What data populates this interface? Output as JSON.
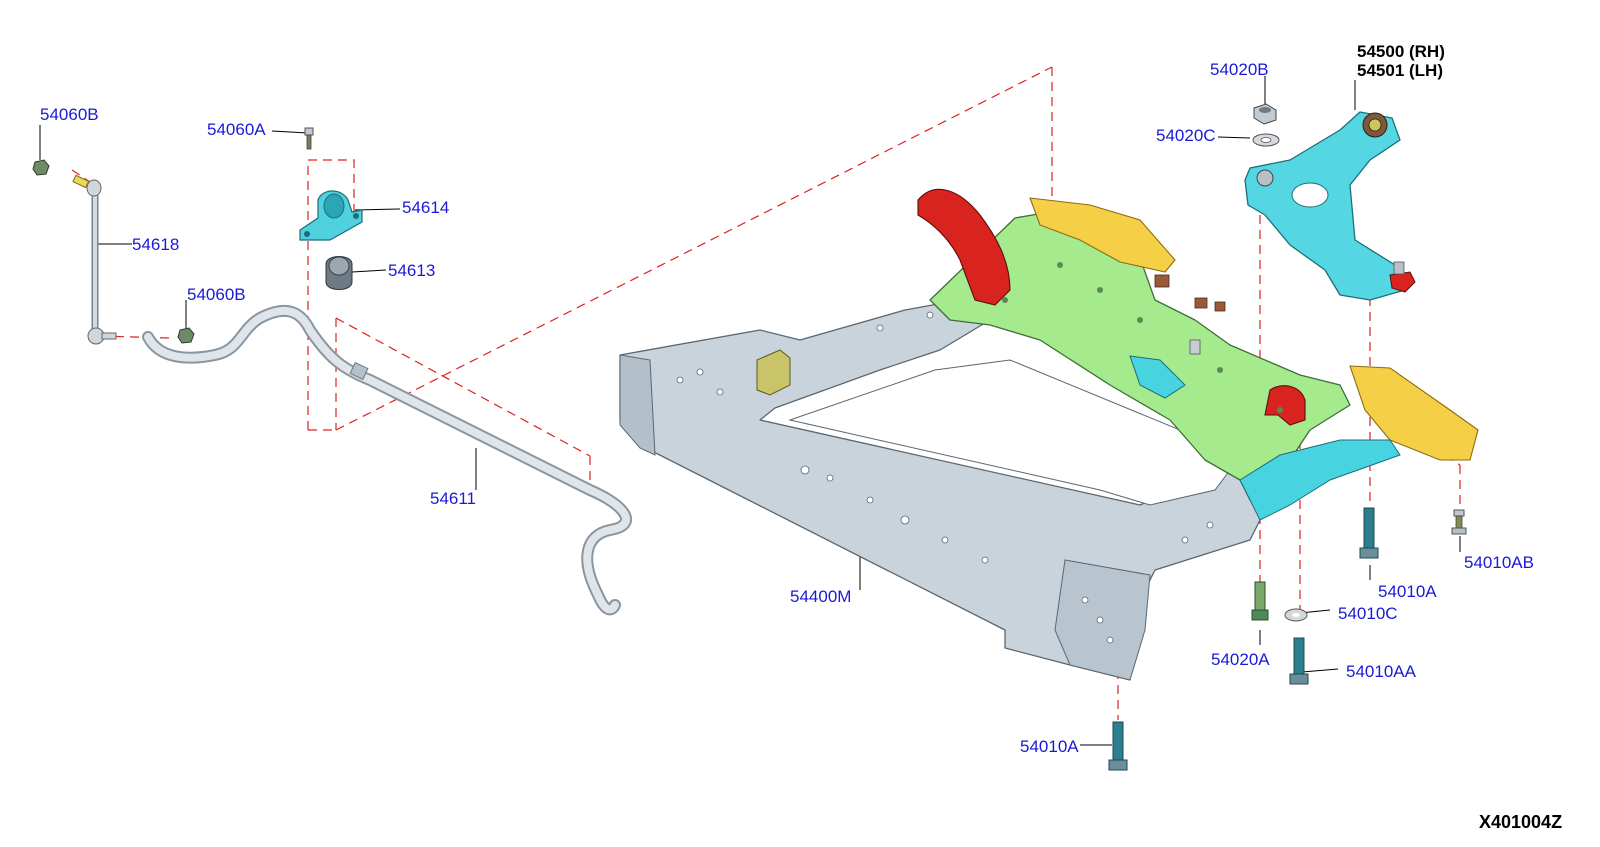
{
  "colors": {
    "label": "#1a1ad6",
    "leader": "#000000",
    "dash": "#e02020",
    "frame_gray": "#c8d3dc",
    "subframe_green": "#a6ea8e",
    "bracket_yellow": "#f5cf45",
    "mount_cyan": "#48d3e0",
    "bracket_red": "#d8231f",
    "arm_cyan": "#55d6e3",
    "bushing_olive": "#c9c46a"
  },
  "labels": {
    "l_54060B_top": "54060B",
    "l_54060A": "54060A",
    "l_54614": "54614",
    "l_54613": "54613",
    "l_54618": "54618",
    "l_54060B_mid": "54060B",
    "l_54611": "54611",
    "l_54400M": "54400M",
    "l_54020B": "54020B",
    "l_54020C": "54020C",
    "l_54500": "54500 (RH)",
    "l_54501": "54501 (LH)",
    "l_54010AB": "54010AB",
    "l_54010A_right": "54010A",
    "l_54010C": "54010C",
    "l_54020A": "54020A",
    "l_54010AA": "54010AA",
    "l_54010A_bottom": "54010A"
  },
  "diagram_code": "X401004Z"
}
